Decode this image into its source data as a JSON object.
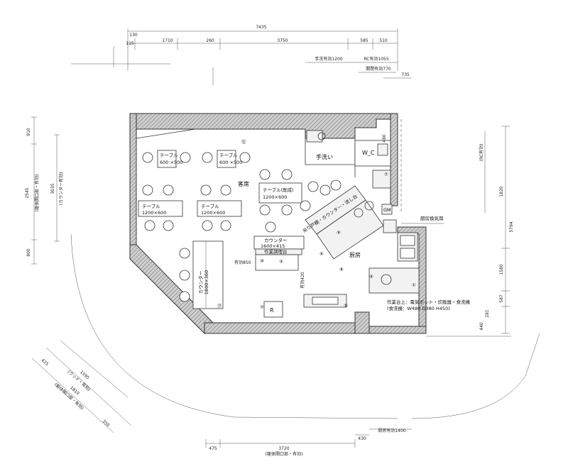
{
  "dimensions": {
    "top_total": "7435",
    "top_segments": [
      "130",
      "1710",
      "260",
      "3750",
      "585",
      "510"
    ],
    "top_left_small": "115",
    "handwash_clear": "手洗有効1200",
    "rc_clear": "RC有効1055",
    "opening_clear": "開閉有効770",
    "small_735": "735",
    "left_910": "910",
    "left_2545": "2545",
    "left_2545_note": "(躯体開口部・有効)",
    "left_3035": "3035",
    "left_3035_note": "(カウンター有効)",
    "left_800": "800",
    "right_note": "(RC有効)",
    "right_1820": "1820",
    "right_5794": "5794",
    "right_1580": "1580",
    "right_587": "587",
    "right_281": "281",
    "right_440": "440",
    "diag_425": "425",
    "diag_1595": "1595",
    "diag_1595_note": "(ウッド・有効)",
    "diag_1810": "1810",
    "diag_1810_note": "(躯体開口部・有効)",
    "diag_350": "350",
    "bottom_475": "475",
    "bottom_3720": "3720",
    "bottom_3720_note": "(躯体開口部・有効)",
    "bottom_430": "430",
    "kitchen_clear": "厨房有効1400",
    "inner_850": "有効850",
    "inner_420": "有効420",
    "inner_480": "480"
  },
  "rooms": {
    "dining": "客席",
    "kitchen": "厨房",
    "wc": "W_C",
    "handwash": "手洗い"
  },
  "furniture": {
    "table_a_name": "テーブル",
    "table_a_size": "600 ×500",
    "table_b_name": "テーブル",
    "table_b_size": "600 ×500",
    "table_c_name": "テーブル(既成)",
    "table_c_size": "1200×600",
    "table_d_name": "テーブル",
    "table_d_size": "1200×600",
    "table_e_name": "テーブル",
    "table_e_size": "1200×600",
    "counter_name": "カウンター",
    "counter_size": "1600×415",
    "counter_side_name": "カウンター",
    "counter_side_size": "1800×360",
    "work_counter": "作業調理台",
    "prep_counter": "吊り戸棚・カウンター・流し台",
    "gm_label": "GM",
    "vent_label": "厨房換気扇",
    "equip_note": "作業台上：電気ポット・炊飯器・食洗機",
    "equip_note2": "(食洗機：W480 D380 H450)",
    "register": "R"
  },
  "markers": [
    "①",
    "②",
    "③",
    "④",
    "⑤",
    "⑥",
    "⑦",
    "⑧",
    "⑨",
    "⑩",
    "⑪",
    "⑫"
  ],
  "colors": {
    "line": "#333333",
    "hatch": "#9a9a9a",
    "paper": "#ffffff"
  }
}
